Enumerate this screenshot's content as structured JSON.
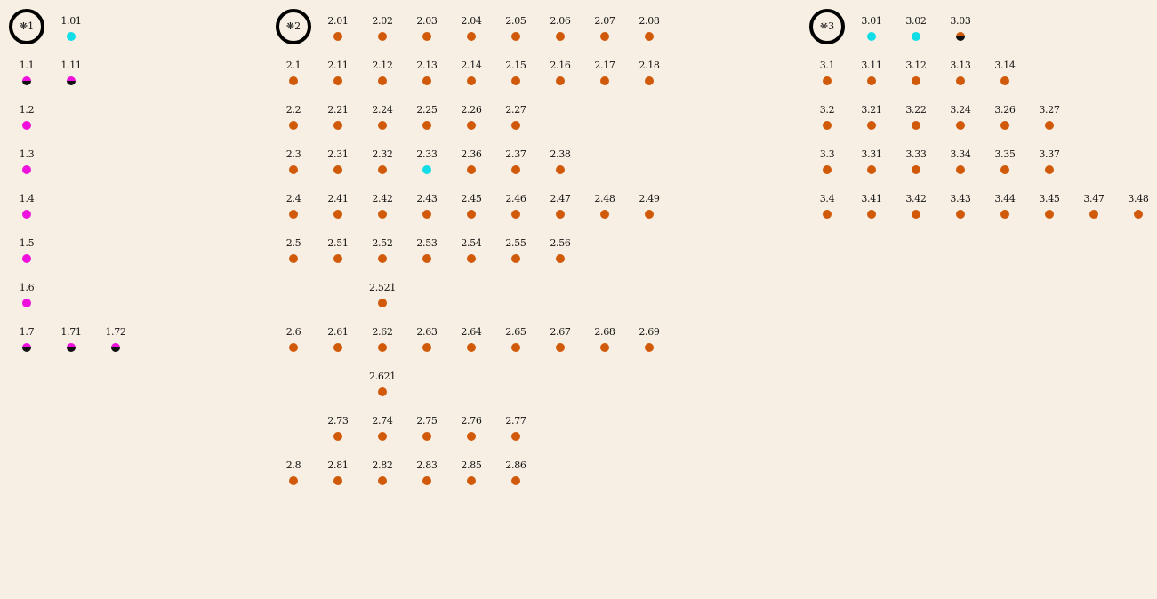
{
  "colors": {
    "background": "#f7efe3",
    "magenta": "#ee11dd",
    "cyan": "#11dde6",
    "orange": "#d15a0a",
    "black": "#111111"
  },
  "groups": [
    {
      "id": "1",
      "marker_label": "❋1",
      "rows": [
        [
          {
            "label": "1.01",
            "status": "cyan"
          }
        ],
        [
          {
            "label": "1.1",
            "status": "magenta-black"
          },
          {
            "label": "1.11",
            "status": "magenta-black"
          }
        ],
        [
          {
            "label": "1.2",
            "status": "magenta"
          }
        ],
        [
          {
            "label": "1.3",
            "status": "magenta"
          }
        ],
        [
          {
            "label": "1.4",
            "status": "magenta"
          }
        ],
        [
          {
            "label": "1.5",
            "status": "magenta"
          }
        ],
        [
          {
            "label": "1.6",
            "status": "magenta"
          }
        ],
        [
          {
            "label": "1.7",
            "status": "magenta-black"
          },
          {
            "label": "1.71",
            "status": "magenta-black"
          },
          {
            "label": "1.72",
            "status": "magenta-black"
          }
        ]
      ]
    },
    {
      "id": "2",
      "marker_label": "❋2",
      "rows": [
        [
          {
            "label": "2.01",
            "status": "orange"
          },
          {
            "label": "2.02",
            "status": "orange"
          },
          {
            "label": "2.03",
            "status": "orange"
          },
          {
            "label": "2.04",
            "status": "orange"
          },
          {
            "label": "2.05",
            "status": "orange"
          },
          {
            "label": "2.06",
            "status": "orange"
          },
          {
            "label": "2.07",
            "status": "orange"
          },
          {
            "label": "2.08",
            "status": "orange"
          }
        ],
        [
          {
            "label": "2.1",
            "status": "orange"
          },
          {
            "label": "2.11",
            "status": "orange"
          },
          {
            "label": "2.12",
            "status": "orange"
          },
          {
            "label": "2.13",
            "status": "orange"
          },
          {
            "label": "2.14",
            "status": "orange"
          },
          {
            "label": "2.15",
            "status": "orange"
          },
          {
            "label": "2.16",
            "status": "orange"
          },
          {
            "label": "2.17",
            "status": "orange"
          },
          {
            "label": "2.18",
            "status": "orange"
          }
        ],
        [
          {
            "label": "2.2",
            "status": "orange"
          },
          {
            "label": "2.21",
            "status": "orange"
          },
          {
            "label": "2.24",
            "status": "orange"
          },
          {
            "label": "2.25",
            "status": "orange"
          },
          {
            "label": "2.26",
            "status": "orange"
          },
          {
            "label": "2.27",
            "status": "orange"
          }
        ],
        [
          {
            "label": "2.3",
            "status": "orange"
          },
          {
            "label": "2.31",
            "status": "orange"
          },
          {
            "label": "2.32",
            "status": "orange"
          },
          {
            "label": "2.33",
            "status": "cyan"
          },
          {
            "label": "2.36",
            "status": "orange"
          },
          {
            "label": "2.37",
            "status": "orange"
          },
          {
            "label": "2.38",
            "status": "orange"
          }
        ],
        [
          {
            "label": "2.4",
            "status": "orange"
          },
          {
            "label": "2.41",
            "status": "orange"
          },
          {
            "label": "2.42",
            "status": "orange"
          },
          {
            "label": "2.43",
            "status": "orange"
          },
          {
            "label": "2.45",
            "status": "orange"
          },
          {
            "label": "2.46",
            "status": "orange"
          },
          {
            "label": "2.47",
            "status": "orange"
          },
          {
            "label": "2.48",
            "status": "orange"
          },
          {
            "label": "2.49",
            "status": "orange"
          }
        ],
        [
          {
            "label": "2.5",
            "status": "orange"
          },
          {
            "label": "2.51",
            "status": "orange"
          },
          {
            "label": "2.52",
            "status": "orange"
          },
          {
            "label": "2.53",
            "status": "orange"
          },
          {
            "label": "2.54",
            "status": "orange"
          },
          {
            "label": "2.55",
            "status": "orange"
          },
          {
            "label": "2.56",
            "status": "orange"
          }
        ],
        [
          null,
          null,
          {
            "label": "2.521",
            "status": "orange"
          }
        ],
        [
          {
            "label": "2.6",
            "status": "orange"
          },
          {
            "label": "2.61",
            "status": "orange"
          },
          {
            "label": "2.62",
            "status": "orange"
          },
          {
            "label": "2.63",
            "status": "orange"
          },
          {
            "label": "2.64",
            "status": "orange"
          },
          {
            "label": "2.65",
            "status": "orange"
          },
          {
            "label": "2.67",
            "status": "orange"
          },
          {
            "label": "2.68",
            "status": "orange"
          },
          {
            "label": "2.69",
            "status": "orange"
          }
        ],
        [
          null,
          null,
          {
            "label": "2.621",
            "status": "orange"
          }
        ],
        [
          null,
          {
            "label": "2.73",
            "status": "orange"
          },
          {
            "label": "2.74",
            "status": "orange"
          },
          {
            "label": "2.75",
            "status": "orange"
          },
          {
            "label": "2.76",
            "status": "orange"
          },
          {
            "label": "2.77",
            "status": "orange"
          }
        ],
        [
          {
            "label": "2.8",
            "status": "orange"
          },
          {
            "label": "2.81",
            "status": "orange"
          },
          {
            "label": "2.82",
            "status": "orange"
          },
          {
            "label": "2.83",
            "status": "orange"
          },
          {
            "label": "2.85",
            "status": "orange"
          },
          {
            "label": "2.86",
            "status": "orange"
          }
        ]
      ]
    },
    {
      "id": "3",
      "marker_label": "❋3",
      "rows": [
        [
          {
            "label": "3.01",
            "status": "cyan"
          },
          {
            "label": "3.02",
            "status": "cyan"
          },
          {
            "label": "3.03",
            "status": "orange-black"
          }
        ],
        [
          {
            "label": "3.1",
            "status": "orange"
          },
          {
            "label": "3.11",
            "status": "orange"
          },
          {
            "label": "3.12",
            "status": "orange"
          },
          {
            "label": "3.13",
            "status": "orange"
          },
          {
            "label": "3.14",
            "status": "orange"
          }
        ],
        [
          {
            "label": "3.2",
            "status": "orange"
          },
          {
            "label": "3.21",
            "status": "orange"
          },
          {
            "label": "3.22",
            "status": "orange"
          },
          {
            "label": "3.24",
            "status": "orange"
          },
          {
            "label": "3.26",
            "status": "orange"
          },
          {
            "label": "3.27",
            "status": "orange"
          }
        ],
        [
          {
            "label": "3.3",
            "status": "orange"
          },
          {
            "label": "3.31",
            "status": "orange"
          },
          {
            "label": "3.33",
            "status": "orange"
          },
          {
            "label": "3.34",
            "status": "orange"
          },
          {
            "label": "3.35",
            "status": "orange"
          },
          {
            "label": "3.37",
            "status": "orange"
          }
        ],
        [
          {
            "label": "3.4",
            "status": "orange"
          },
          {
            "label": "3.41",
            "status": "orange"
          },
          {
            "label": "3.42",
            "status": "orange"
          },
          {
            "label": "3.43",
            "status": "orange"
          },
          {
            "label": "3.44",
            "status": "orange"
          },
          {
            "label": "3.45",
            "status": "orange"
          },
          {
            "label": "3.47",
            "status": "orange"
          },
          {
            "label": "3.48",
            "status": "orange"
          }
        ]
      ]
    }
  ]
}
